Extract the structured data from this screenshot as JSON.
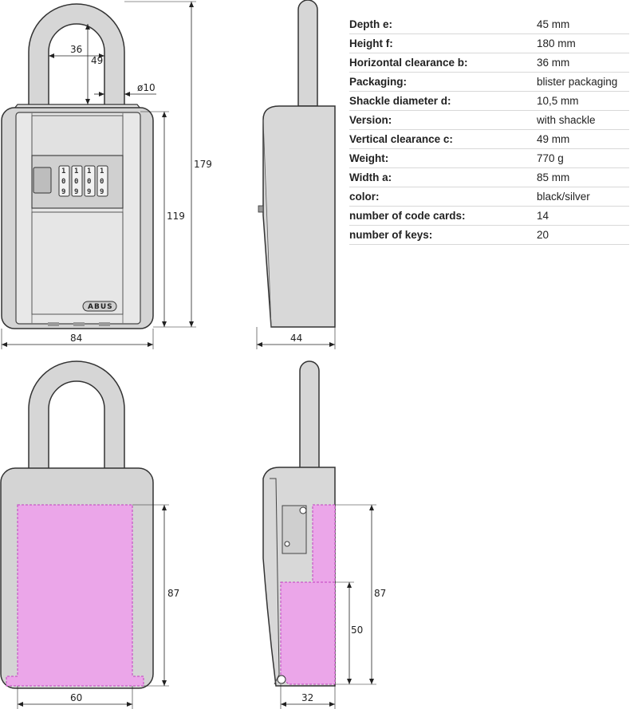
{
  "specs": [
    {
      "label": "Depth e:",
      "value": "45 mm"
    },
    {
      "label": "Height f:",
      "value": "180 mm"
    },
    {
      "label": "Horizontal clearance b:",
      "value": "36 mm"
    },
    {
      "label": "Packaging:",
      "value": "blister packaging"
    },
    {
      "label": "Shackle diameter d:",
      "value": "10,5 mm"
    },
    {
      "label": "Version:",
      "value": "with shackle"
    },
    {
      "label": "Vertical clearance c:",
      "value": "49 mm"
    },
    {
      "label": "Weight:",
      "value": "770 g"
    },
    {
      "label": "Width a:",
      "value": "85 mm"
    },
    {
      "label": "color:",
      "value": "black/silver"
    },
    {
      "label": "number of code cards:",
      "value": "14"
    },
    {
      "label": "number of keys:",
      "value": "20"
    }
  ],
  "dimensions": {
    "front_top": {
      "clearance_h": "36",
      "clearance_v": "49",
      "shackle_dia": "ø10",
      "total_height": "179",
      "body_height": "119",
      "width": "84"
    },
    "side_top": {
      "depth": "44"
    },
    "front_bottom": {
      "inner_height": "87",
      "inner_width": "60"
    },
    "side_bottom": {
      "inner_height": "87",
      "lower_height": "50",
      "inner_depth": "32"
    }
  },
  "brand": "ABUS",
  "code_digits": [
    "1",
    "0",
    "9"
  ],
  "colors": {
    "body": "#dcdcdc",
    "outline": "#333333",
    "highlight": "#eba6e9",
    "highlight_stroke": "#c040c0"
  }
}
